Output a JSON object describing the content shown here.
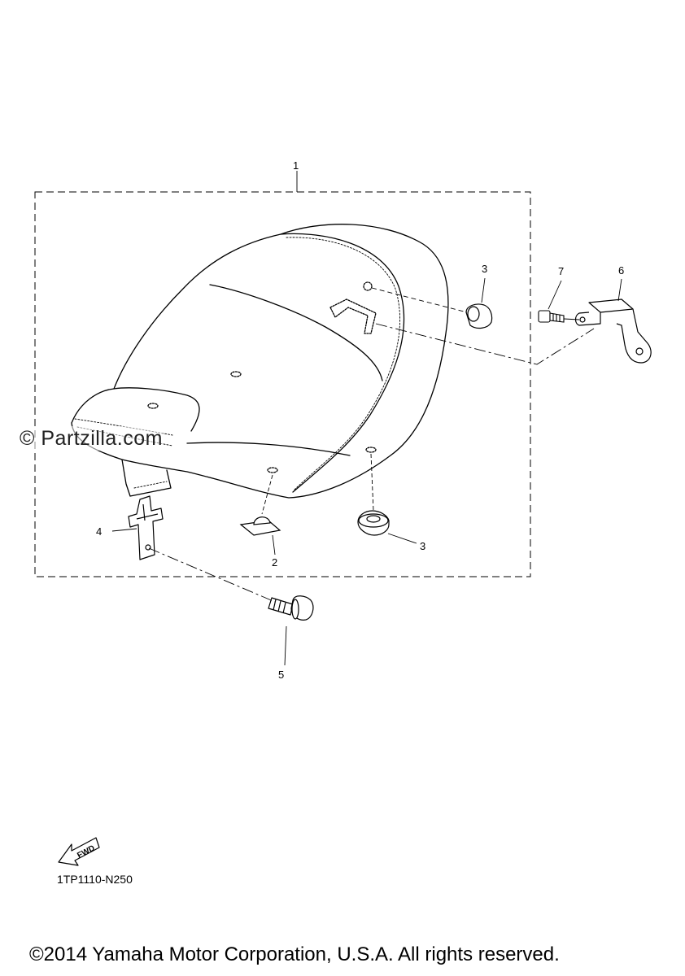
{
  "callouts": {
    "c1": "1",
    "c2": "2",
    "c3a": "3",
    "c3b": "3",
    "c4": "4",
    "c5": "5",
    "c6": "6",
    "c7": "7"
  },
  "fwd_label": "FWD",
  "watermark": "© Partzilla.com",
  "diagram_code": "1TP1110-N250",
  "copyright": "©2014 Yamaha Motor Corporation, U.S.A. All rights reserved."
}
